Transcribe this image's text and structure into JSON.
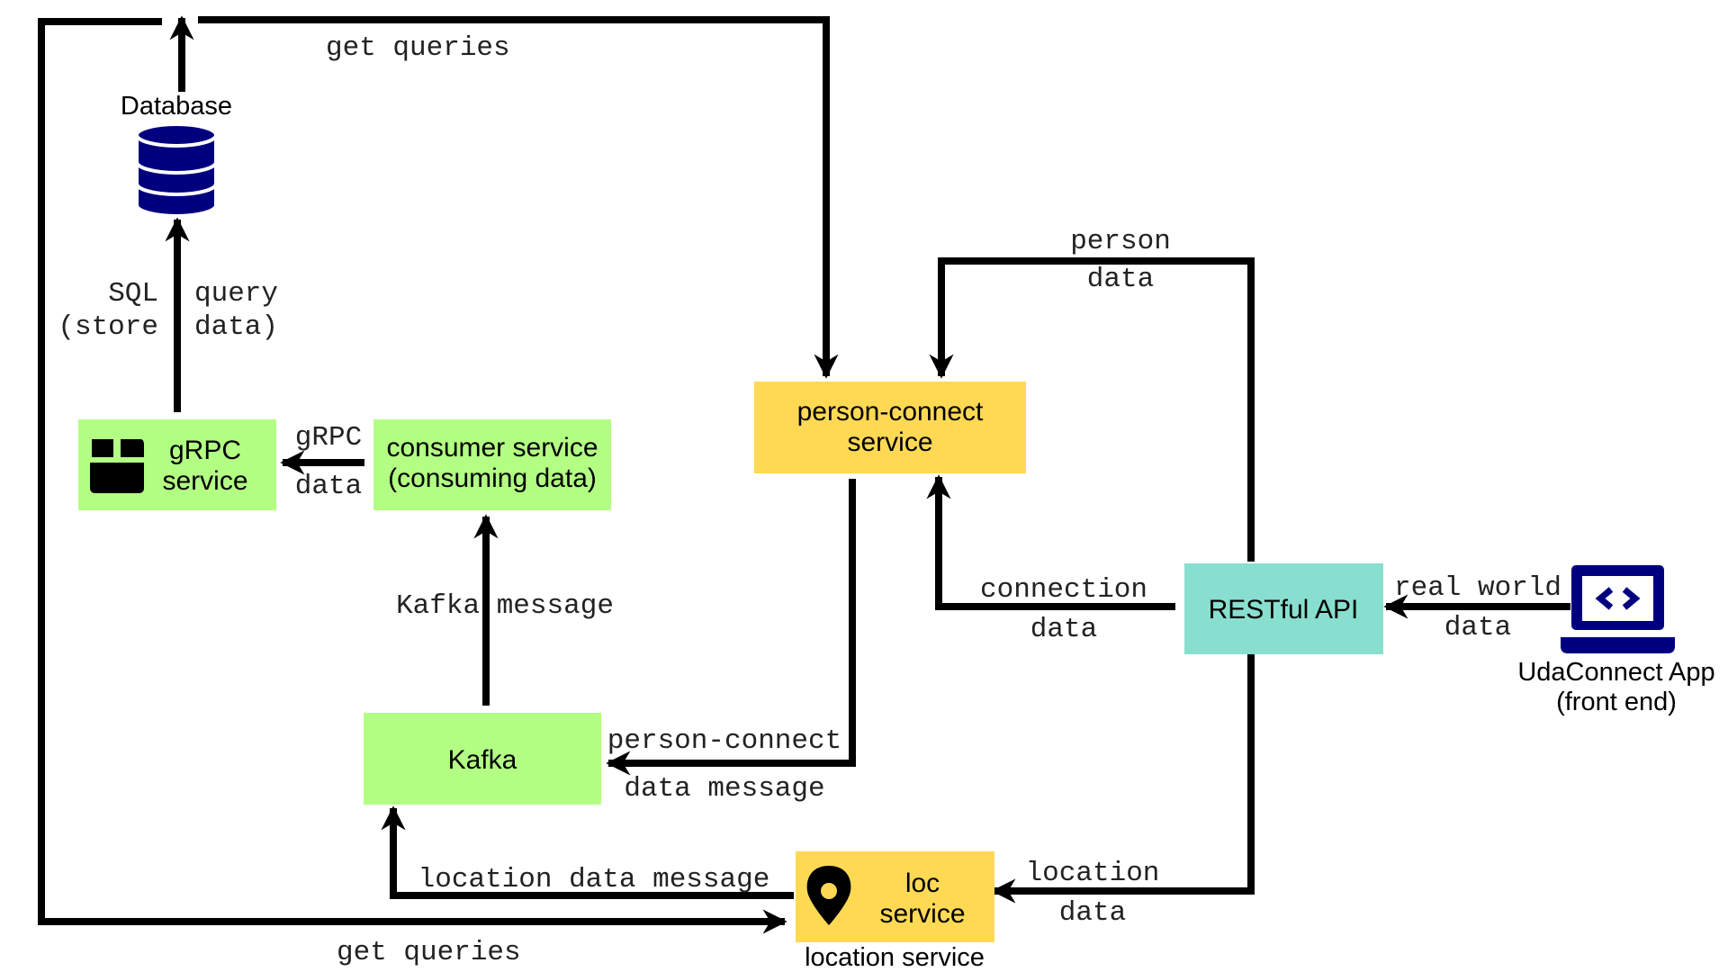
{
  "colors": {
    "green_box": "#b3ff84",
    "yellow_box": "#ffd954",
    "teal_box": "#88dfcf",
    "icon_navy": "#00007f",
    "edge": "#000000"
  },
  "nodes": {
    "database": {
      "label": "Database",
      "icon": "database-icon"
    },
    "grpc_service": {
      "line1": "gRPC",
      "line2": "service",
      "icon": "package-box-icon"
    },
    "consumer_service": {
      "line1": "consumer service",
      "line2": "(consuming data)"
    },
    "kafka": {
      "label": "Kafka"
    },
    "person_connect_service": {
      "line1": "person-connect",
      "line2": "service"
    },
    "restful_api": {
      "label": "RESTful API"
    },
    "loc_service": {
      "line1": "loc",
      "line2": "service",
      "caption": "location service",
      "icon": "map-pin-icon"
    },
    "udaconnect_app": {
      "line1": "UdaConnect App",
      "line2": "(front end)",
      "icon": "laptop-code-icon"
    }
  },
  "edges": {
    "get_queries_top": "get queries",
    "get_queries_bottom": "get queries",
    "sql_store_line1": "SQL",
    "sql_store_line2": "(store",
    "query_data_line1": "query",
    "query_data_line2": "data)",
    "grpc_data_line1": "gRPC",
    "grpc_data_line2": "data",
    "kafka_message": "Kafka message",
    "person_data_line1": "person",
    "person_data_line2": "data",
    "connection_data_line1": "connection",
    "connection_data_line2": "data",
    "real_world_data_line1": "real world",
    "real_world_data_line2": "data",
    "person_connect_msg_line1": "person-connect",
    "person_connect_msg_line2": "data message",
    "location_data_message": "location data message",
    "location_data_line1": "location",
    "location_data_line2": "data"
  }
}
